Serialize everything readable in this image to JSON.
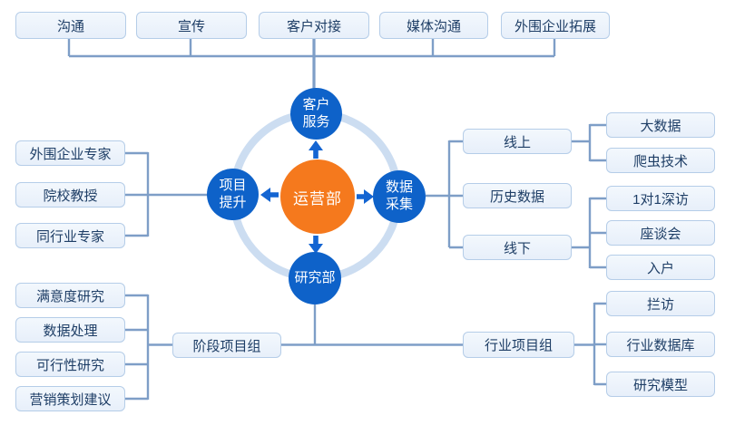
{
  "top_row": [
    "沟通",
    "宣传",
    "客户对接",
    "媒体沟通",
    "外围企业拓展"
  ],
  "center": {
    "hub": "运营部",
    "top": "客户\n服务",
    "right": "数据\n采集",
    "bottom": "研究部",
    "left": "项目\n提升"
  },
  "left_experts": [
    "外围企业专家",
    "院校教授",
    "同行业专家"
  ],
  "data_sources": {
    "online": "线上",
    "history": "历史数据",
    "offline": "线下",
    "online_children": [
      "大数据",
      "爬虫技术"
    ],
    "offline_children": [
      "1对1深访",
      "座谈会",
      "入户"
    ]
  },
  "research_items": [
    "满意度研究",
    "数据处理",
    "可行性研究",
    "营销策划建议"
  ],
  "phase_group": "阶段项目组",
  "industry_group": "行业项目组",
  "industry_children": [
    "拦访",
    "行业数据库",
    "研究模型"
  ],
  "colors": {
    "circle_blue": "#0e62c9",
    "hub_orange": "#f5791d",
    "ring_blue": "#ccddf1",
    "line_blue": "#7e9ec7",
    "arrow_blue": "#1465d2",
    "box_border": "#b5cde8",
    "box_fill": "#edf4fb",
    "box_text": "#1e3e66"
  }
}
